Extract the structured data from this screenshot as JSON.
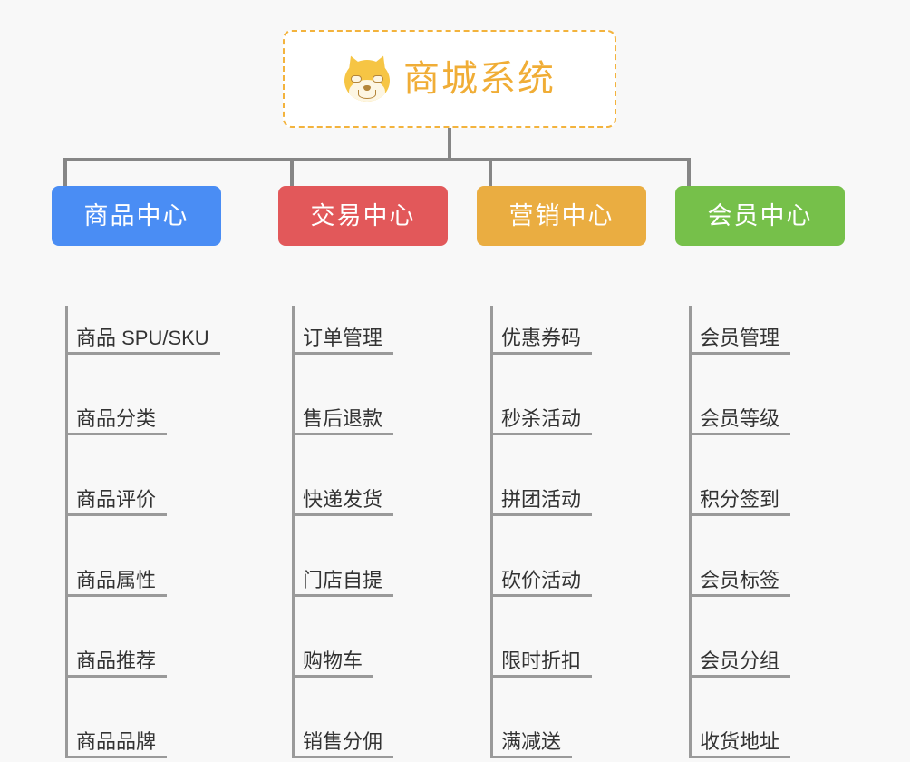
{
  "diagram": {
    "title": "商城系统",
    "background_color": "#f8f8f8",
    "root": {
      "label": "商城系统",
      "icon": "shiba-dog-face-icon",
      "text_color": "#f0ad36",
      "border_color": "#f3b33d",
      "border_style": "dashed",
      "fill_color": "#ffffff"
    },
    "connector_color": "#868686",
    "leaf_line_color": "#9a9a9a",
    "leaf_text_color": "#333333",
    "categories": [
      {
        "label": "商品中心",
        "color": "#4a8df4",
        "items": [
          "商品 SPU/SKU",
          "商品分类",
          "商品评价",
          "商品属性",
          "商品推荐",
          "商品品牌"
        ]
      },
      {
        "label": "交易中心",
        "color": "#e2585a",
        "items": [
          "订单管理",
          "售后退款",
          "快递发货",
          "门店自提",
          "购物车",
          "销售分佣"
        ]
      },
      {
        "label": "营销中心",
        "color": "#eaad41",
        "items": [
          "优惠券码",
          "秒杀活动",
          "拼团活动",
          "砍价活动",
          "限时折扣",
          "满减送"
        ]
      },
      {
        "label": "会员中心",
        "color": "#76c04a",
        "items": [
          "会员管理",
          "会员等级",
          "积分签到",
          "会员标签",
          "会员分组",
          "收货地址"
        ]
      }
    ]
  }
}
